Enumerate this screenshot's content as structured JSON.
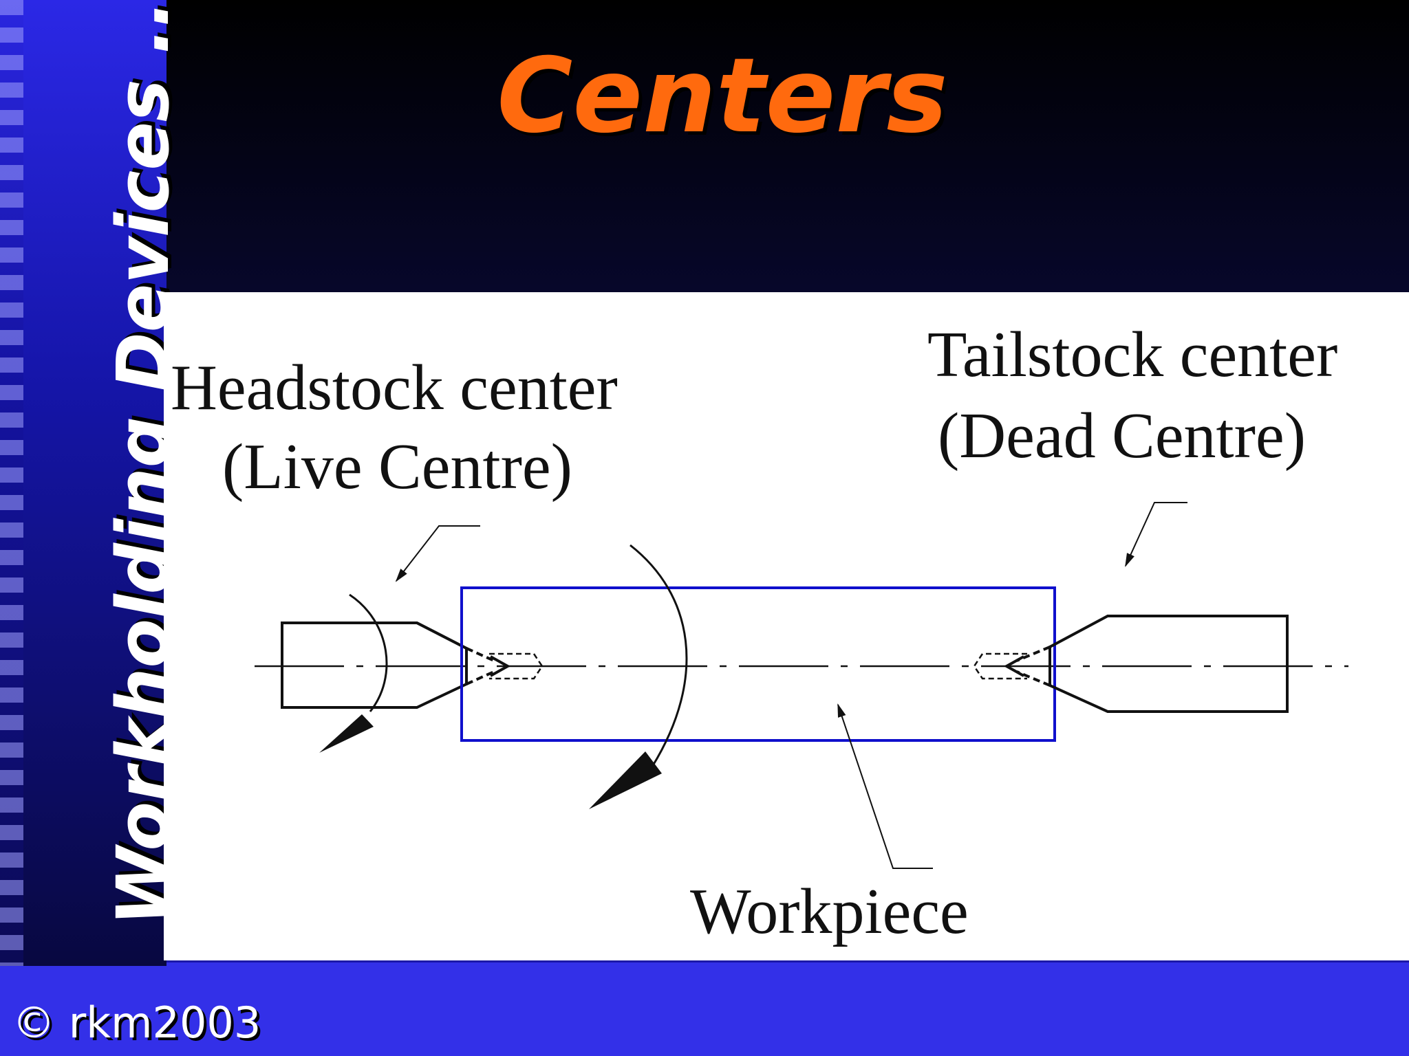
{
  "slide": {
    "title": "Centers",
    "section": "Workholding Devices ..",
    "copyright": "© rkm2003",
    "accent_color": "#ff6a0e",
    "background_color": "#3330e8"
  },
  "diagram": {
    "labels": {
      "headstock_line1": "Headstock center",
      "headstock_line2": "(Live Centre)",
      "tailstock_line1": "Tailstock center",
      "tailstock_line2": "(Dead Centre)",
      "workpiece": "Workpiece"
    },
    "workpiece_outline_color": "#1010cc"
  }
}
